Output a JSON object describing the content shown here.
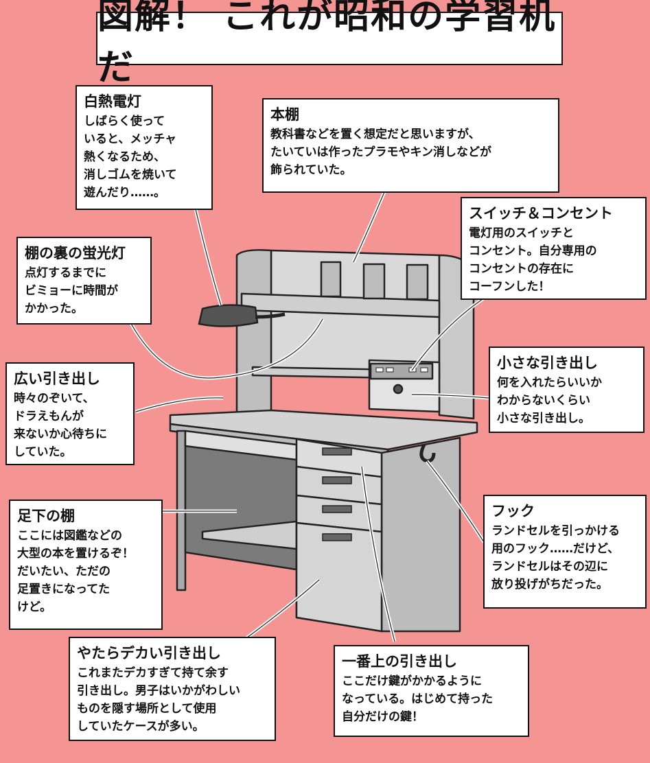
{
  "title": "図解！ これが昭和の学習机だ",
  "callouts": {
    "lamp": {
      "heading": "白熱電灯",
      "body": "しばらく使って\nいると、メッチャ\n熱くなるため、\n消しゴムを焼いて\n遊んだり……。"
    },
    "bookshelf": {
      "heading": "本棚",
      "body": "教科書などを置く想定だと思いますが、\nたいていは作ったプラモやキン消しなどが\n飾られていた。"
    },
    "switch": {
      "heading": "スイッチ＆コンセント",
      "body": "電灯用のスイッチと\nコンセント。自分専用の\nコンセントの存在に\nコーフンした！"
    },
    "fluorescent": {
      "heading": "棚の裏の蛍光灯",
      "body": "点灯するまでに\nビミョーに時間が\nかかった。"
    },
    "wide_drawer": {
      "heading": "広い引き出し",
      "body": "時々のぞいて、\nドラえもんが\n来ないか心待ちに\nしていた。"
    },
    "small_drawer": {
      "heading": "小さな引き出し",
      "body": "何を入れたらいいか\nわからないくらい\n小さな引き出し。"
    },
    "foot_shelf": {
      "heading": "足下の棚",
      "body": "ここには図鑑などの\n大型の本を置けるぞ！\nだいたい、ただの\n足置きになってた\nけど。"
    },
    "hook": {
      "heading": "フック",
      "body": "ランドセルを引っかける\n用のフック……だけど、\nランドセルはその辺に\n放り投げがちだった。"
    },
    "big_drawer": {
      "heading": "やたらデカい引き出し",
      "body": "これまたデカすぎて持て余す\n引き出し。男子はいかがわしい\nものを隠す場所として使用\nしていたケースが多い。"
    },
    "top_drawer": {
      "heading": "一番上の引き出し",
      "body": "ここだけ鍵がかかるように\nなっている。はじめて持った\n自分だけの鍵！"
    }
  }
}
